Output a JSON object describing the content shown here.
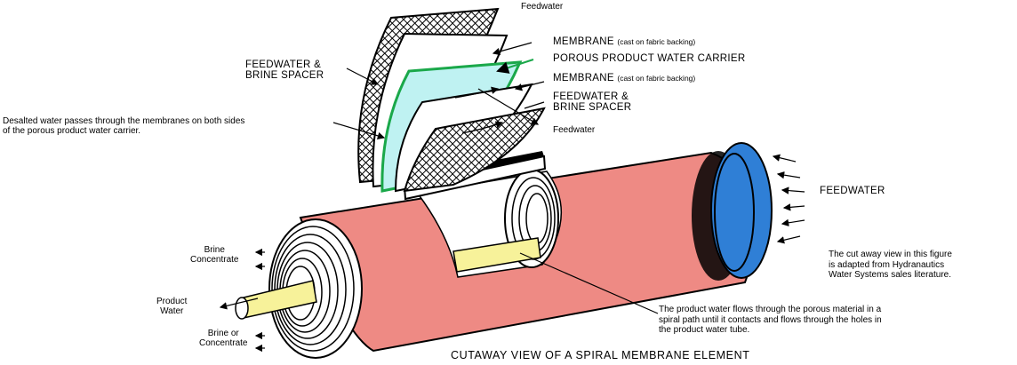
{
  "caption": "CUTAWAY VIEW OF A SPIRAL MEMBRANE ELEMENT",
  "labels": {
    "feedwater_top": "Feedwater",
    "membrane_1": "MEMBRANE",
    "membrane_1_note": "(cast on fabric backing)",
    "porous_carrier": "POROUS PRODUCT WATER CARRIER",
    "membrane_2": "MEMBRANE",
    "membrane_2_note": "(cast on fabric backing)",
    "spacer_right_line1": "FEEDWATER &",
    "spacer_right_line2": "BRINE SPACER",
    "feedwater_mid": "Feedwater",
    "spacer_left_line1": "FEEDWATER &",
    "spacer_left_line2": "BRINE SPACER",
    "desalted_line1": "Desalted water passes through the membranes on both sides",
    "desalted_line2": "of the porous product water carrier.",
    "feedwater_right": "FEEDWATER",
    "adapted_line1": "The cut away view in this figure",
    "adapted_line2": "is adapted from Hydranautics",
    "adapted_line3": "Water Systems sales literature.",
    "brine_line1": "Brine",
    "brine_line2": "Concentrate",
    "product_line1": "Product",
    "product_line2": "Water",
    "brine_or_line1": "Brine or",
    "brine_or_line2": "Concentrate",
    "product_flow_line1": "The product water flows through the porous material in a",
    "product_flow_line2": "spiral path until it contacts and flows through the holes in",
    "product_flow_line3": "the product water tube."
  },
  "colors": {
    "casing": "#ee8a84",
    "end_cap": "#2f7fd6",
    "tube": "#f7f29a",
    "carrier": "#bff2f2",
    "carrier_edge": "#1aa84a",
    "ink": "#000000"
  }
}
